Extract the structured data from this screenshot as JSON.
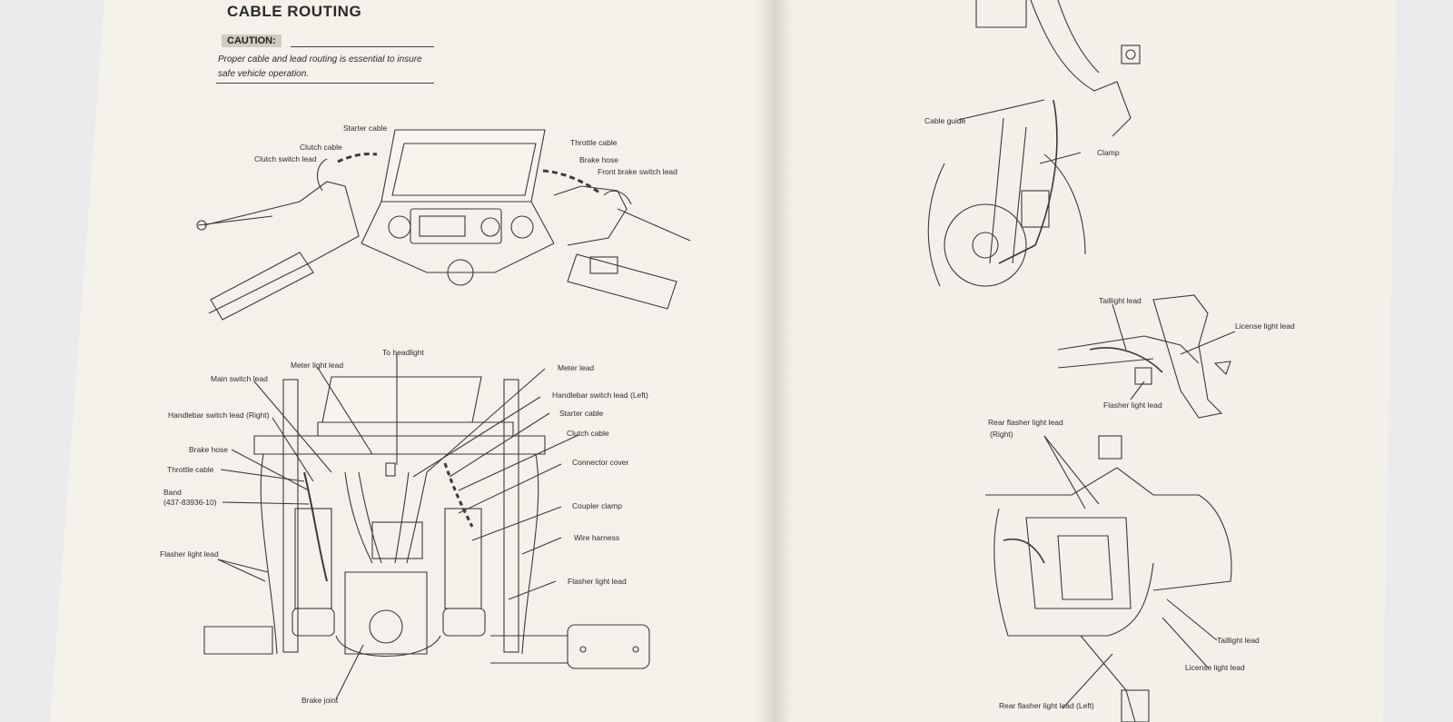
{
  "left_page": {
    "title": "CABLE ROUTING",
    "caution_label": "CAUTION:",
    "caution_text": "Proper cable and lead routing is essential to insure safe vehicle operation.",
    "upper_labels": {
      "starter_cable": "Starter cable",
      "clutch_cable": "Clutch cable",
      "clutch_switch_lead": "Clutch switch lead",
      "throttle_cable": "Throttle cable",
      "brake_hose": "Brake hose",
      "front_brake_switch_lead": "Front brake switch lead"
    },
    "lower_labels": {
      "to_headlight": "To headlight",
      "meter_light_lead": "Meter light lead",
      "main_switch_lead": "Main switch lead",
      "meter_lead": "Meter lead",
      "handlebar_switch_lead_left": "Handlebar switch lead (Left)",
      "handlebar_switch_lead_right": "Handlebar switch lead (Right)",
      "starter_cable": "Starter cable",
      "clutch_cable": "Clutch cable",
      "brake_hose": "Brake hose",
      "throttle_cable": "Throttle cable",
      "connector_cover": "Connector cover",
      "band_line1": "Band",
      "band_line2": "(437-83936-10)",
      "coupler_clamp": "Coupler clamp",
      "wire_harness": "Wire harness",
      "flasher_light_lead_left": "Flasher light lead",
      "flasher_light_lead_right": "Flasher light lead",
      "brake_joint": "Brake joint"
    }
  },
  "right_page": {
    "labels": {
      "cable_guide": "Cable guide",
      "clamp": "Clamp",
      "taillight_lead_top": "Taillight lead",
      "license_light_lead_top": "License light lead",
      "flasher_light_lead": "Flasher light lead",
      "rear_flasher_right_line1": "Rear flasher light lead",
      "rear_flasher_right_line2": "(Right)",
      "taillight_lead_bottom": "Taillight lead",
      "license_light_lead_bottom": "License light lead",
      "rear_flasher_left": "Rear flasher light lead (Left)"
    }
  }
}
